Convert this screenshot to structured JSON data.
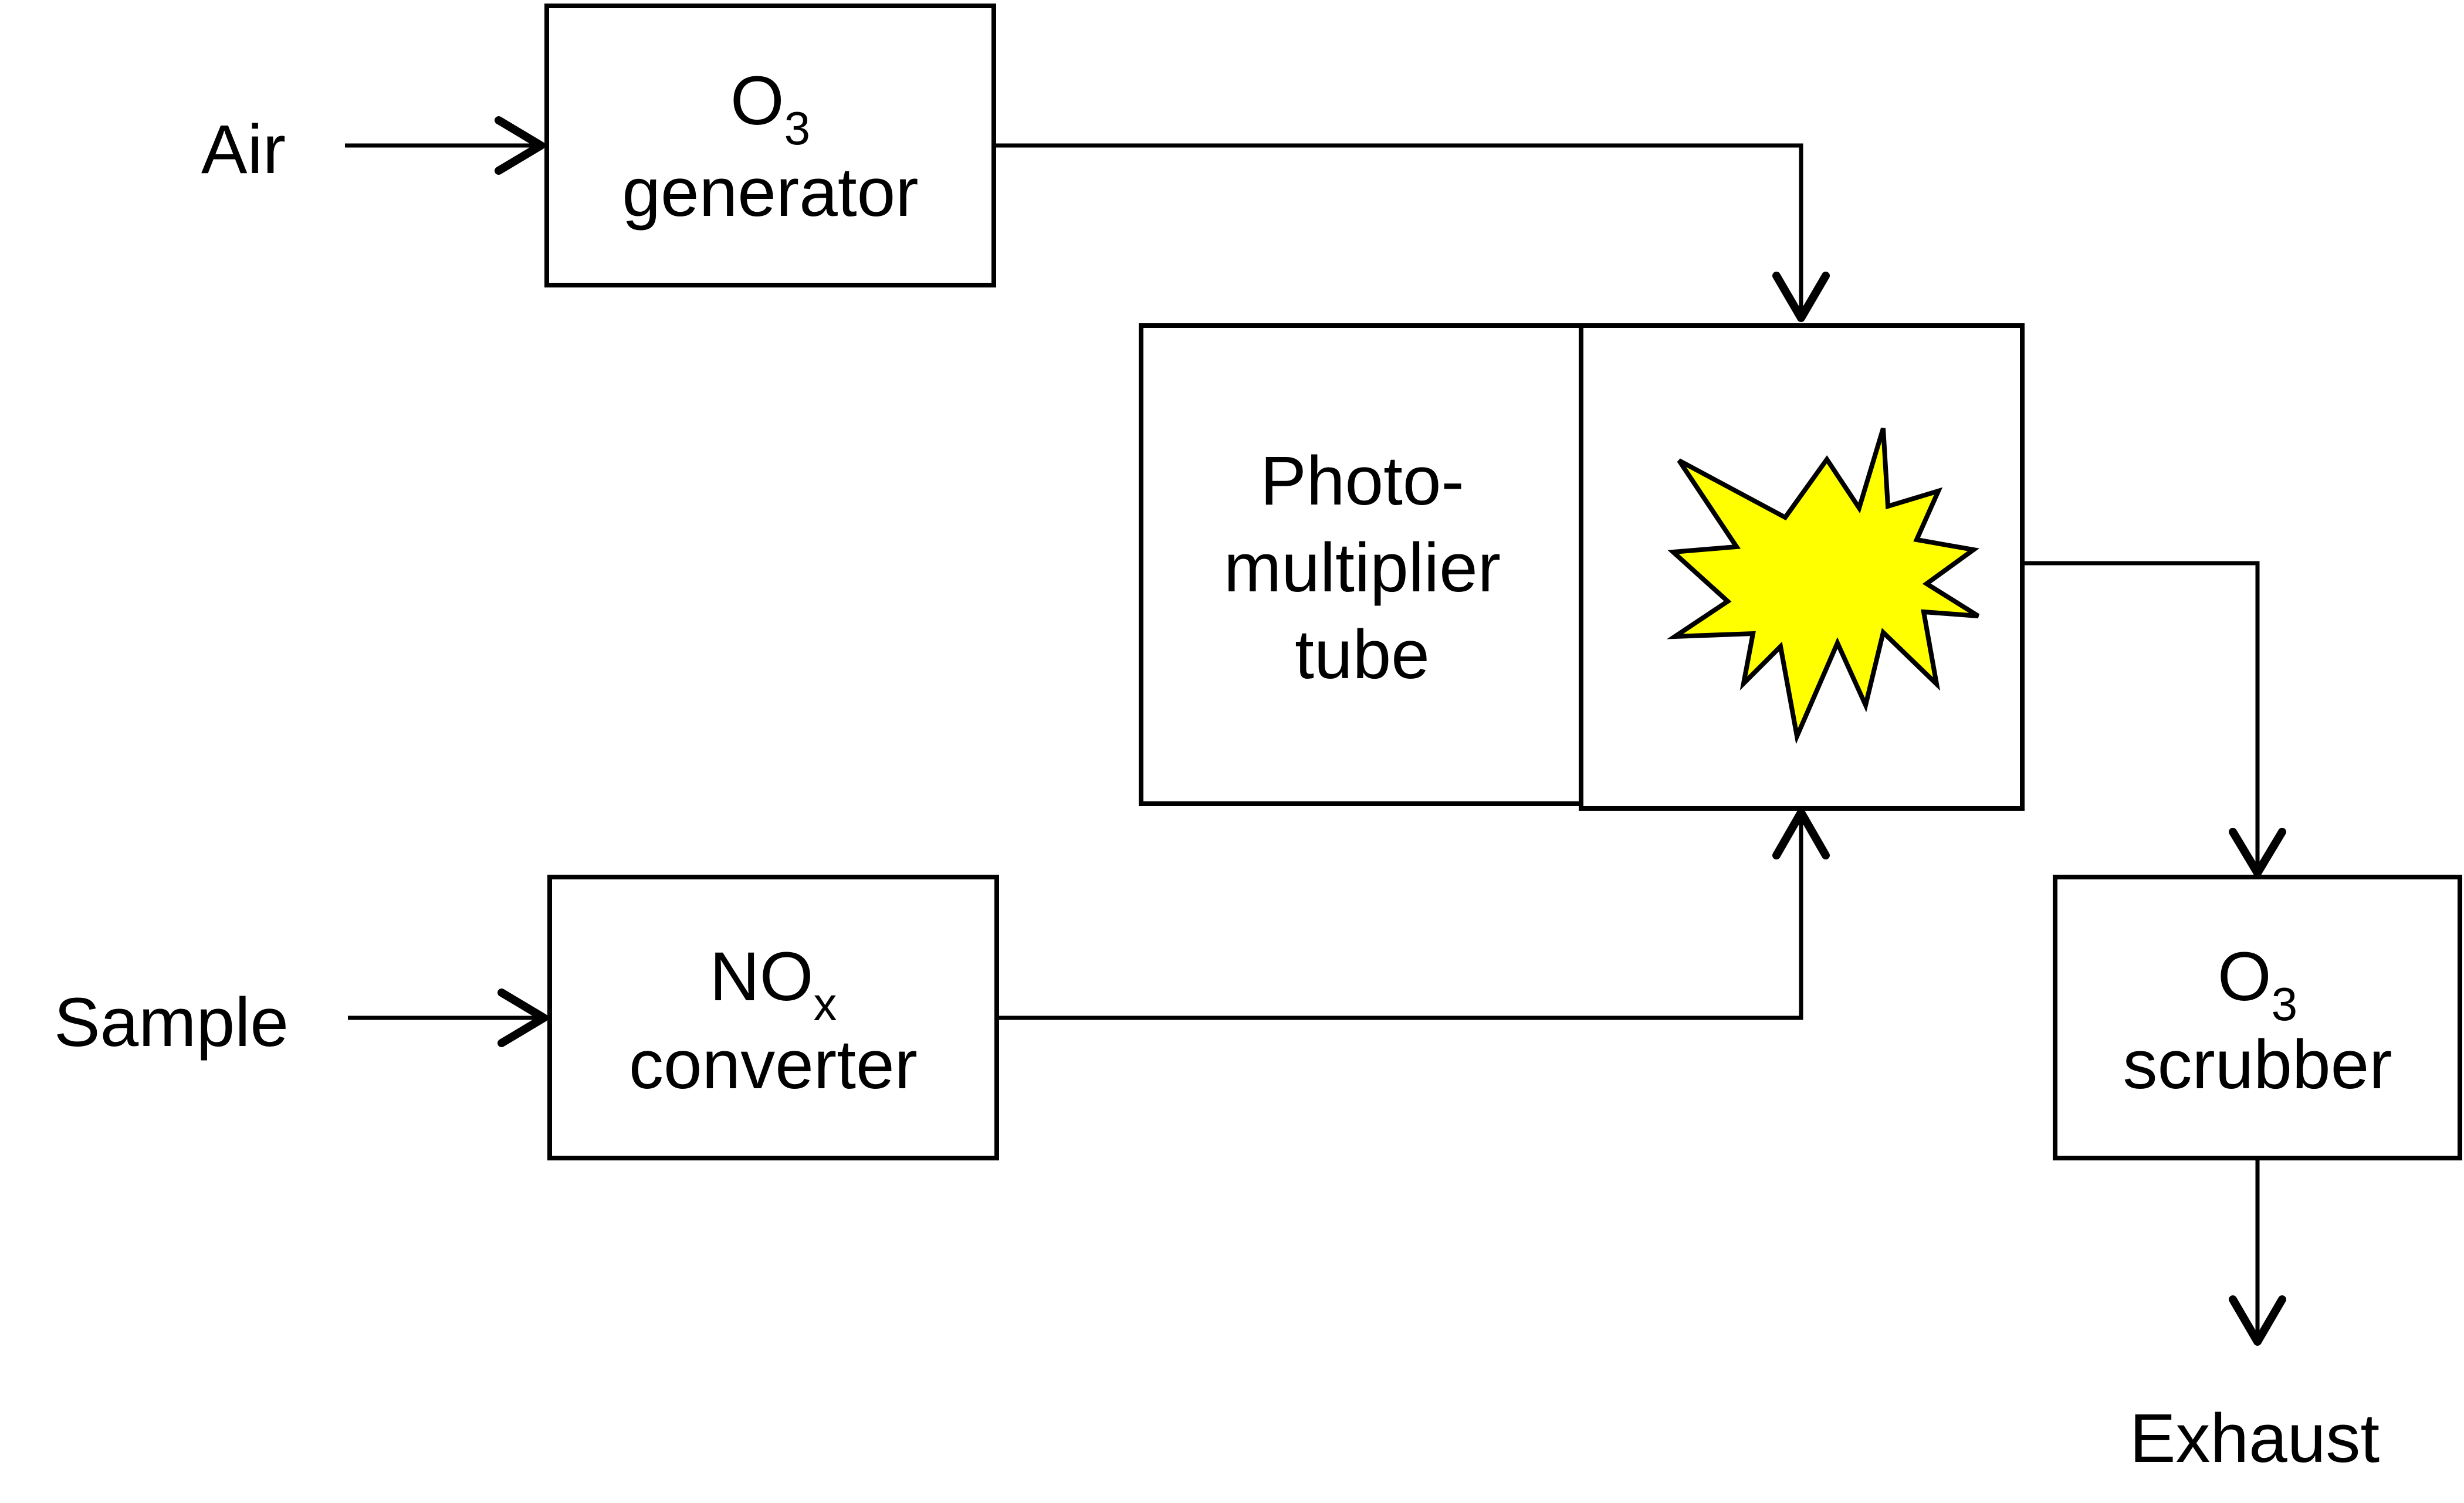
{
  "colors": {
    "stroke": "#000000",
    "flash_fill": "#ffff00",
    "background": "#ffffff"
  },
  "inputs": {
    "air": "Air",
    "sample": "Sample"
  },
  "o3_generator": {
    "formula_base": "O",
    "formula_sub": "3",
    "word": "generator"
  },
  "nox_converter": {
    "formula_base": "NO",
    "formula_sub": "x",
    "word": "converter"
  },
  "photomultiplier": {
    "line1": "Photo-",
    "line2": "multiplier",
    "line3": "tube"
  },
  "reaction_chamber": {
    "icon": "light-flash-icon"
  },
  "o3_scrubber": {
    "formula_base": "O",
    "formula_sub": "3",
    "word": "scrubber"
  },
  "output": {
    "exhaust": "Exhaust"
  }
}
